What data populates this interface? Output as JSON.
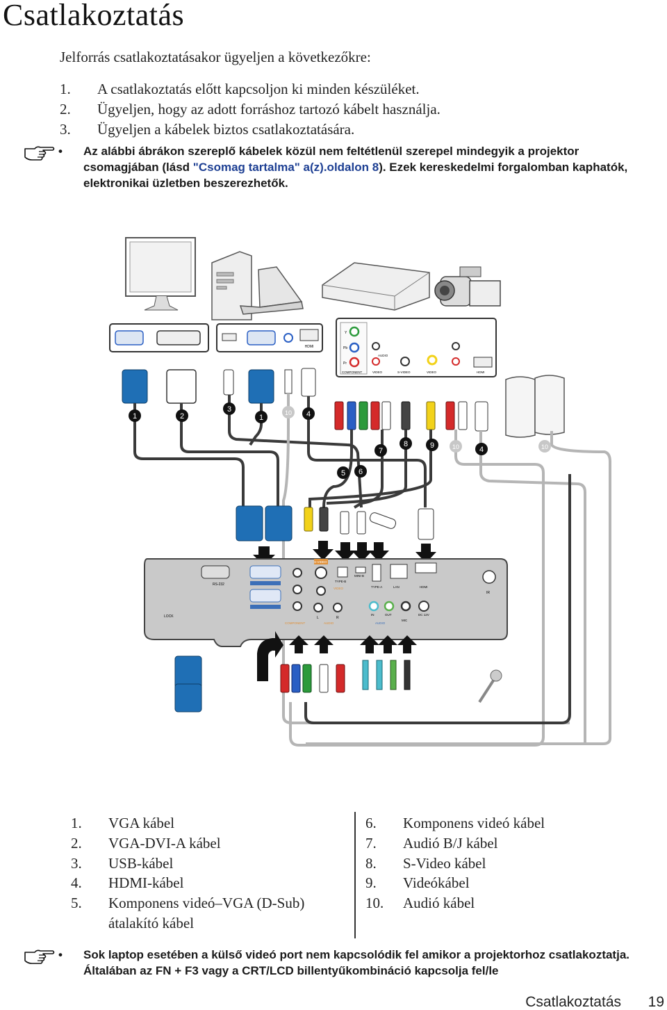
{
  "page": {
    "title": "Csatlakoztatás",
    "intro": "Jelforrás csatlakoztatásakor ügyeljen a következőkre:",
    "steps": [
      {
        "num": "1.",
        "text": "A csatlakoztatás előtt kapcsoljon ki minden készüléket."
      },
      {
        "num": "2.",
        "text": "Ügyeljen, hogy az adott forráshoz tartozó kábelt használja."
      },
      {
        "num": "3.",
        "text": "Ügyeljen a kábelek biztos csatlakoztatására."
      }
    ],
    "note1": {
      "bullet": "•",
      "before": "Az alábbi ábrákon szereplő kábelek közül nem feltétlenül szerepel mindegyik a projektor csomagjában (lásd ",
      "link": "\"Csomag tartalma\" a(z).oldalon 8",
      "after": "). Ezek kereskedelmi forgalomban kaphatók, elektronikai üzletben beszerezhetők."
    },
    "diagram": {
      "cable_numbers": [
        "1",
        "2",
        "3",
        "1",
        "10",
        "4",
        "7",
        "8",
        "9",
        "10",
        "4",
        "10",
        "5",
        "6"
      ],
      "device_ports": {
        "hdmi": "HDMI",
        "component": "COMPONENT",
        "video": "VIDEO",
        "svideo": "S-VIDEO",
        "audio": "AUDIO",
        "y": "Y",
        "pb": "Pb",
        "pr": "Pr"
      },
      "projector_ports": {
        "rs232": "RS-232",
        "lock": "LOCK",
        "svideo": "S-VIDEO",
        "typeb": "TYPE-B",
        "minib": "MINI-B",
        "typea": "TYPE-A",
        "lan": "LAN",
        "hdmi": "HDMI",
        "ir": "IR",
        "component": "COMPONENT",
        "video": "VIDEO",
        "audio": "AUDIO",
        "l": "L",
        "r": "R",
        "in": "IN",
        "out": "OUT",
        "mic": "MIC",
        "dc": "DC 12V"
      },
      "colors": {
        "vga_blue": "#1f6fb5",
        "rca_red": "#d42a2a",
        "rca_green": "#2c9a3c",
        "rca_blue": "#2a5fc4",
        "rca_yellow": "#f2d21a",
        "jack_cyan": "#4cbccc",
        "jack_green": "#5ab04c",
        "cable_dark": "#3a3a3a",
        "cable_light": "#b5b5b5",
        "projector_panel": "#c9c9c9",
        "port_orange": "#e0913a",
        "port_blue": "#3c6fb8"
      }
    },
    "legend_left": [
      {
        "num": "1.",
        "text": "VGA kábel"
      },
      {
        "num": "2.",
        "text": "VGA-DVI-A kábel"
      },
      {
        "num": "3.",
        "text": "USB-kábel"
      },
      {
        "num": "4.",
        "text": "HDMI-kábel"
      },
      {
        "num": "5.",
        "text": "Komponens videó–VGA (D-Sub) átalakító kábel"
      }
    ],
    "legend_right": [
      {
        "num": "6.",
        "text": "Komponens videó kábel"
      },
      {
        "num": "7.",
        "text": "Audió B/J kábel"
      },
      {
        "num": "8.",
        "text": "S-Video kábel"
      },
      {
        "num": "9.",
        "text": "Videókábel"
      },
      {
        "num": "10.",
        "text": "Audió kábel"
      }
    ],
    "note2": {
      "bullet": "•",
      "text": "Sok laptop esetében a külső videó port nem kapcsolódik fel amikor a projektorhoz csatlakoztatja. Általában az FN + F3 vagy a CRT/LCD billentyűkombináció kapcsolja fel/le"
    },
    "footer": {
      "section": "Csatlakoztatás",
      "page_number": "19"
    }
  }
}
